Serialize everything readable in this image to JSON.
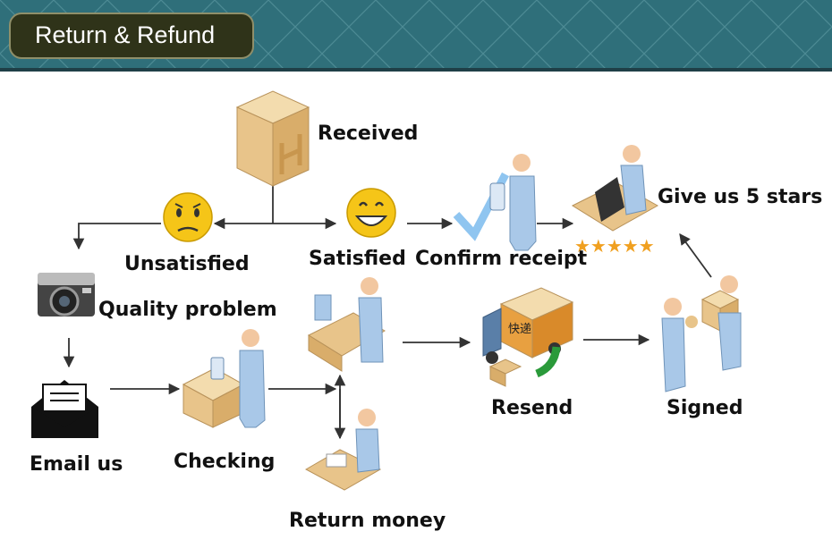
{
  "header": {
    "title": "Return & Refund"
  },
  "nodes": {
    "received": "Received",
    "unsatisfied": "Unsatisfied",
    "satisfied": "Satisfied",
    "confirm_receipt": "Confirm receipt",
    "give_stars": "Give us 5 stars",
    "quality_problem": "Quality problem",
    "email_us": "Email us",
    "checking": "Checking",
    "return_money": "Return money",
    "resend": "Resend",
    "signed": "Signed"
  },
  "box_label": "快递",
  "stars": "★★★★★",
  "colors": {
    "header_bg": "#2f6f7a",
    "title_bg": "#2f3319",
    "arrow": "#333333",
    "box": "#e8c48a",
    "person": "#a9c8e8",
    "smiley": "#f5c518",
    "stars": "#f0a020"
  }
}
